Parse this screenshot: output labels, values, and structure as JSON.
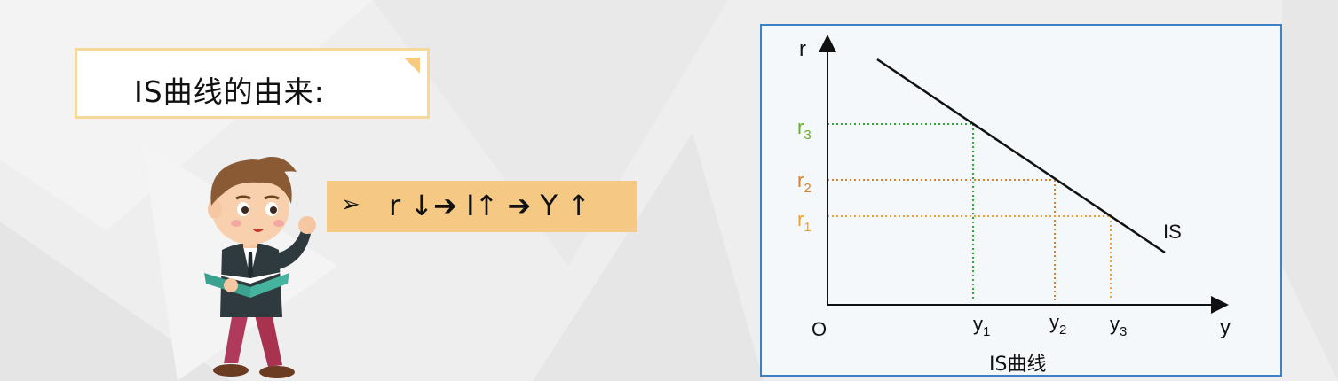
{
  "title_box": {
    "text": "IS曲线的由来:"
  },
  "formula": {
    "marker": "➢",
    "text": "r ↓➔ I↑ ➔ Y ↑"
  },
  "diagram": {
    "y_axis_label": "r",
    "x_axis_label": "y",
    "origin_label": "O",
    "curve_label": "IS",
    "caption": "IS曲线",
    "r_levels": [
      {
        "base": "r",
        "sub": "3",
        "color": "#6fae2b"
      },
      {
        "base": "r",
        "sub": "2",
        "color": "#d9822b"
      },
      {
        "base": "r",
        "sub": "1",
        "color": "#f0a030"
      }
    ],
    "y_levels": [
      {
        "base": "y",
        "sub": "1",
        "color": "#2fa82f"
      },
      {
        "base": "y",
        "sub": "2",
        "color": "#d9822b"
      },
      {
        "base": "y",
        "sub": "3",
        "color": "#f0a030"
      }
    ],
    "colors": {
      "axis": "#111111",
      "curve": "#111111",
      "border": "#3f7fc4",
      "guide_r3": "#2fa82f",
      "guide_r2": "#d9822b",
      "guide_r1": "#f0a030"
    }
  },
  "colors": {
    "title_border": "#f6d89a",
    "title_corner": "#f6cb7f",
    "formula_bg": "#f5c983"
  }
}
